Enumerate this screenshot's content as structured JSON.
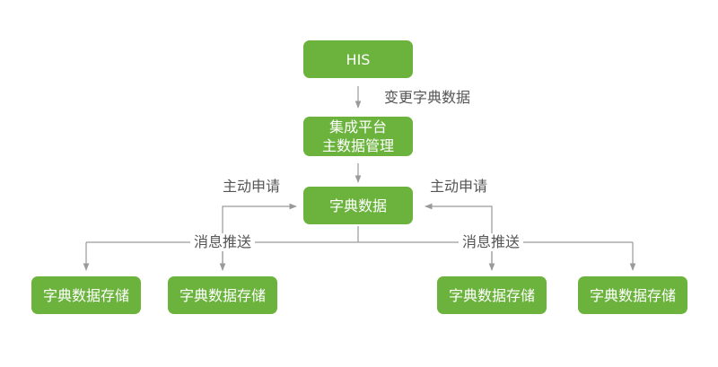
{
  "colors": {
    "box_fill": "#6cb33e",
    "box_text": "#ffffff",
    "connector": "#9a9a9a",
    "label_text": "#555555"
  },
  "nodes": {
    "his": "HIS",
    "platform_line1": "集成平台",
    "platform_line2": "主数据管理",
    "dictionary": "字典数据",
    "storage_1": "字典数据存储",
    "storage_2": "字典数据存储",
    "storage_3": "字典数据存储",
    "storage_4": "字典数据存储"
  },
  "labels": {
    "change": "变更字典数据",
    "request_left": "主动申请",
    "request_right": "主动申请",
    "push_left": "消息推送",
    "push_right": "消息推送"
  }
}
